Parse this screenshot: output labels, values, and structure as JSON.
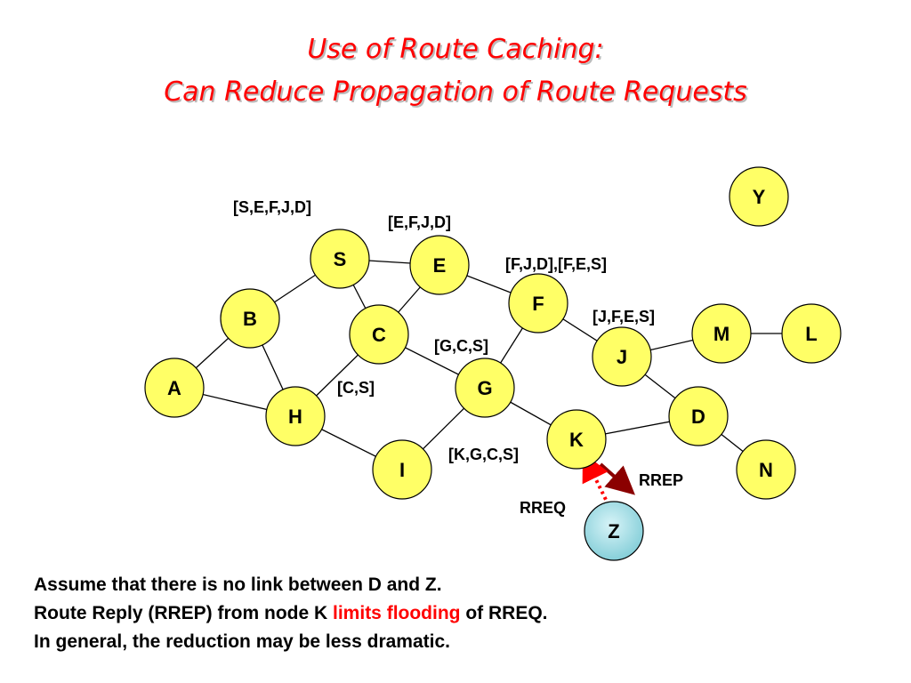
{
  "title": {
    "line1": "Use of Route Caching:",
    "line2": "Can Reduce Propagation of Route Requests"
  },
  "colors": {
    "title": "#ff0000",
    "node_fill": "#ffff66",
    "node_stroke": "#000000",
    "z_fill": "#a8e4ec",
    "edge": "#000000",
    "rrep_arrow": "#8b0000",
    "rreq_arrow": "#ff0000",
    "highlight": "#ff0000"
  },
  "nodes": [
    {
      "id": "S",
      "label": "S"
    },
    {
      "id": "E",
      "label": "E"
    },
    {
      "id": "F",
      "label": "F"
    },
    {
      "id": "B",
      "label": "B"
    },
    {
      "id": "C",
      "label": "C"
    },
    {
      "id": "M",
      "label": "M"
    },
    {
      "id": "L",
      "label": "L"
    },
    {
      "id": "J",
      "label": "J"
    },
    {
      "id": "A",
      "label": "A"
    },
    {
      "id": "G",
      "label": "G"
    },
    {
      "id": "H",
      "label": "H"
    },
    {
      "id": "D",
      "label": "D"
    },
    {
      "id": "K",
      "label": "K"
    },
    {
      "id": "I",
      "label": "I"
    },
    {
      "id": "N",
      "label": "N"
    },
    {
      "id": "Y",
      "label": "Y"
    },
    {
      "id": "Z",
      "label": "Z"
    }
  ],
  "edges": [
    [
      "S",
      "E"
    ],
    [
      "S",
      "B"
    ],
    [
      "S",
      "C"
    ],
    [
      "E",
      "C"
    ],
    [
      "E",
      "F"
    ],
    [
      "F",
      "G"
    ],
    [
      "F",
      "J"
    ],
    [
      "B",
      "A"
    ],
    [
      "B",
      "H"
    ],
    [
      "A",
      "H"
    ],
    [
      "C",
      "H"
    ],
    [
      "C",
      "G"
    ],
    [
      "H",
      "I"
    ],
    [
      "G",
      "I"
    ],
    [
      "G",
      "K"
    ],
    [
      "K",
      "D"
    ],
    [
      "J",
      "D"
    ],
    [
      "J",
      "M"
    ],
    [
      "M",
      "L"
    ],
    [
      "D",
      "N"
    ]
  ],
  "cache_labels": [
    {
      "id": "cache-s",
      "text": "[S,E,F,J,D]"
    },
    {
      "id": "cache-e",
      "text": "[E,F,J,D]"
    },
    {
      "id": "cache-f",
      "text": "[F,J,D],[F,E,S]"
    },
    {
      "id": "cache-j",
      "text": "[J,F,E,S]"
    },
    {
      "id": "cache-g",
      "text": "[G,C,S]"
    },
    {
      "id": "cache-c",
      "text": "[C,S]"
    },
    {
      "id": "cache-k",
      "text": "[K,G,C,S]"
    }
  ],
  "arrows": {
    "rrep": "RREP",
    "rreq": "RREQ"
  },
  "caption": {
    "line1": "Assume that there is no link between D and Z.",
    "line2_pre": "Route Reply (RREP) from node K ",
    "line2_highlight": "limits flooding",
    "line2_post": " of RREQ.",
    "line3": "In general, the reduction may be less dramatic."
  }
}
